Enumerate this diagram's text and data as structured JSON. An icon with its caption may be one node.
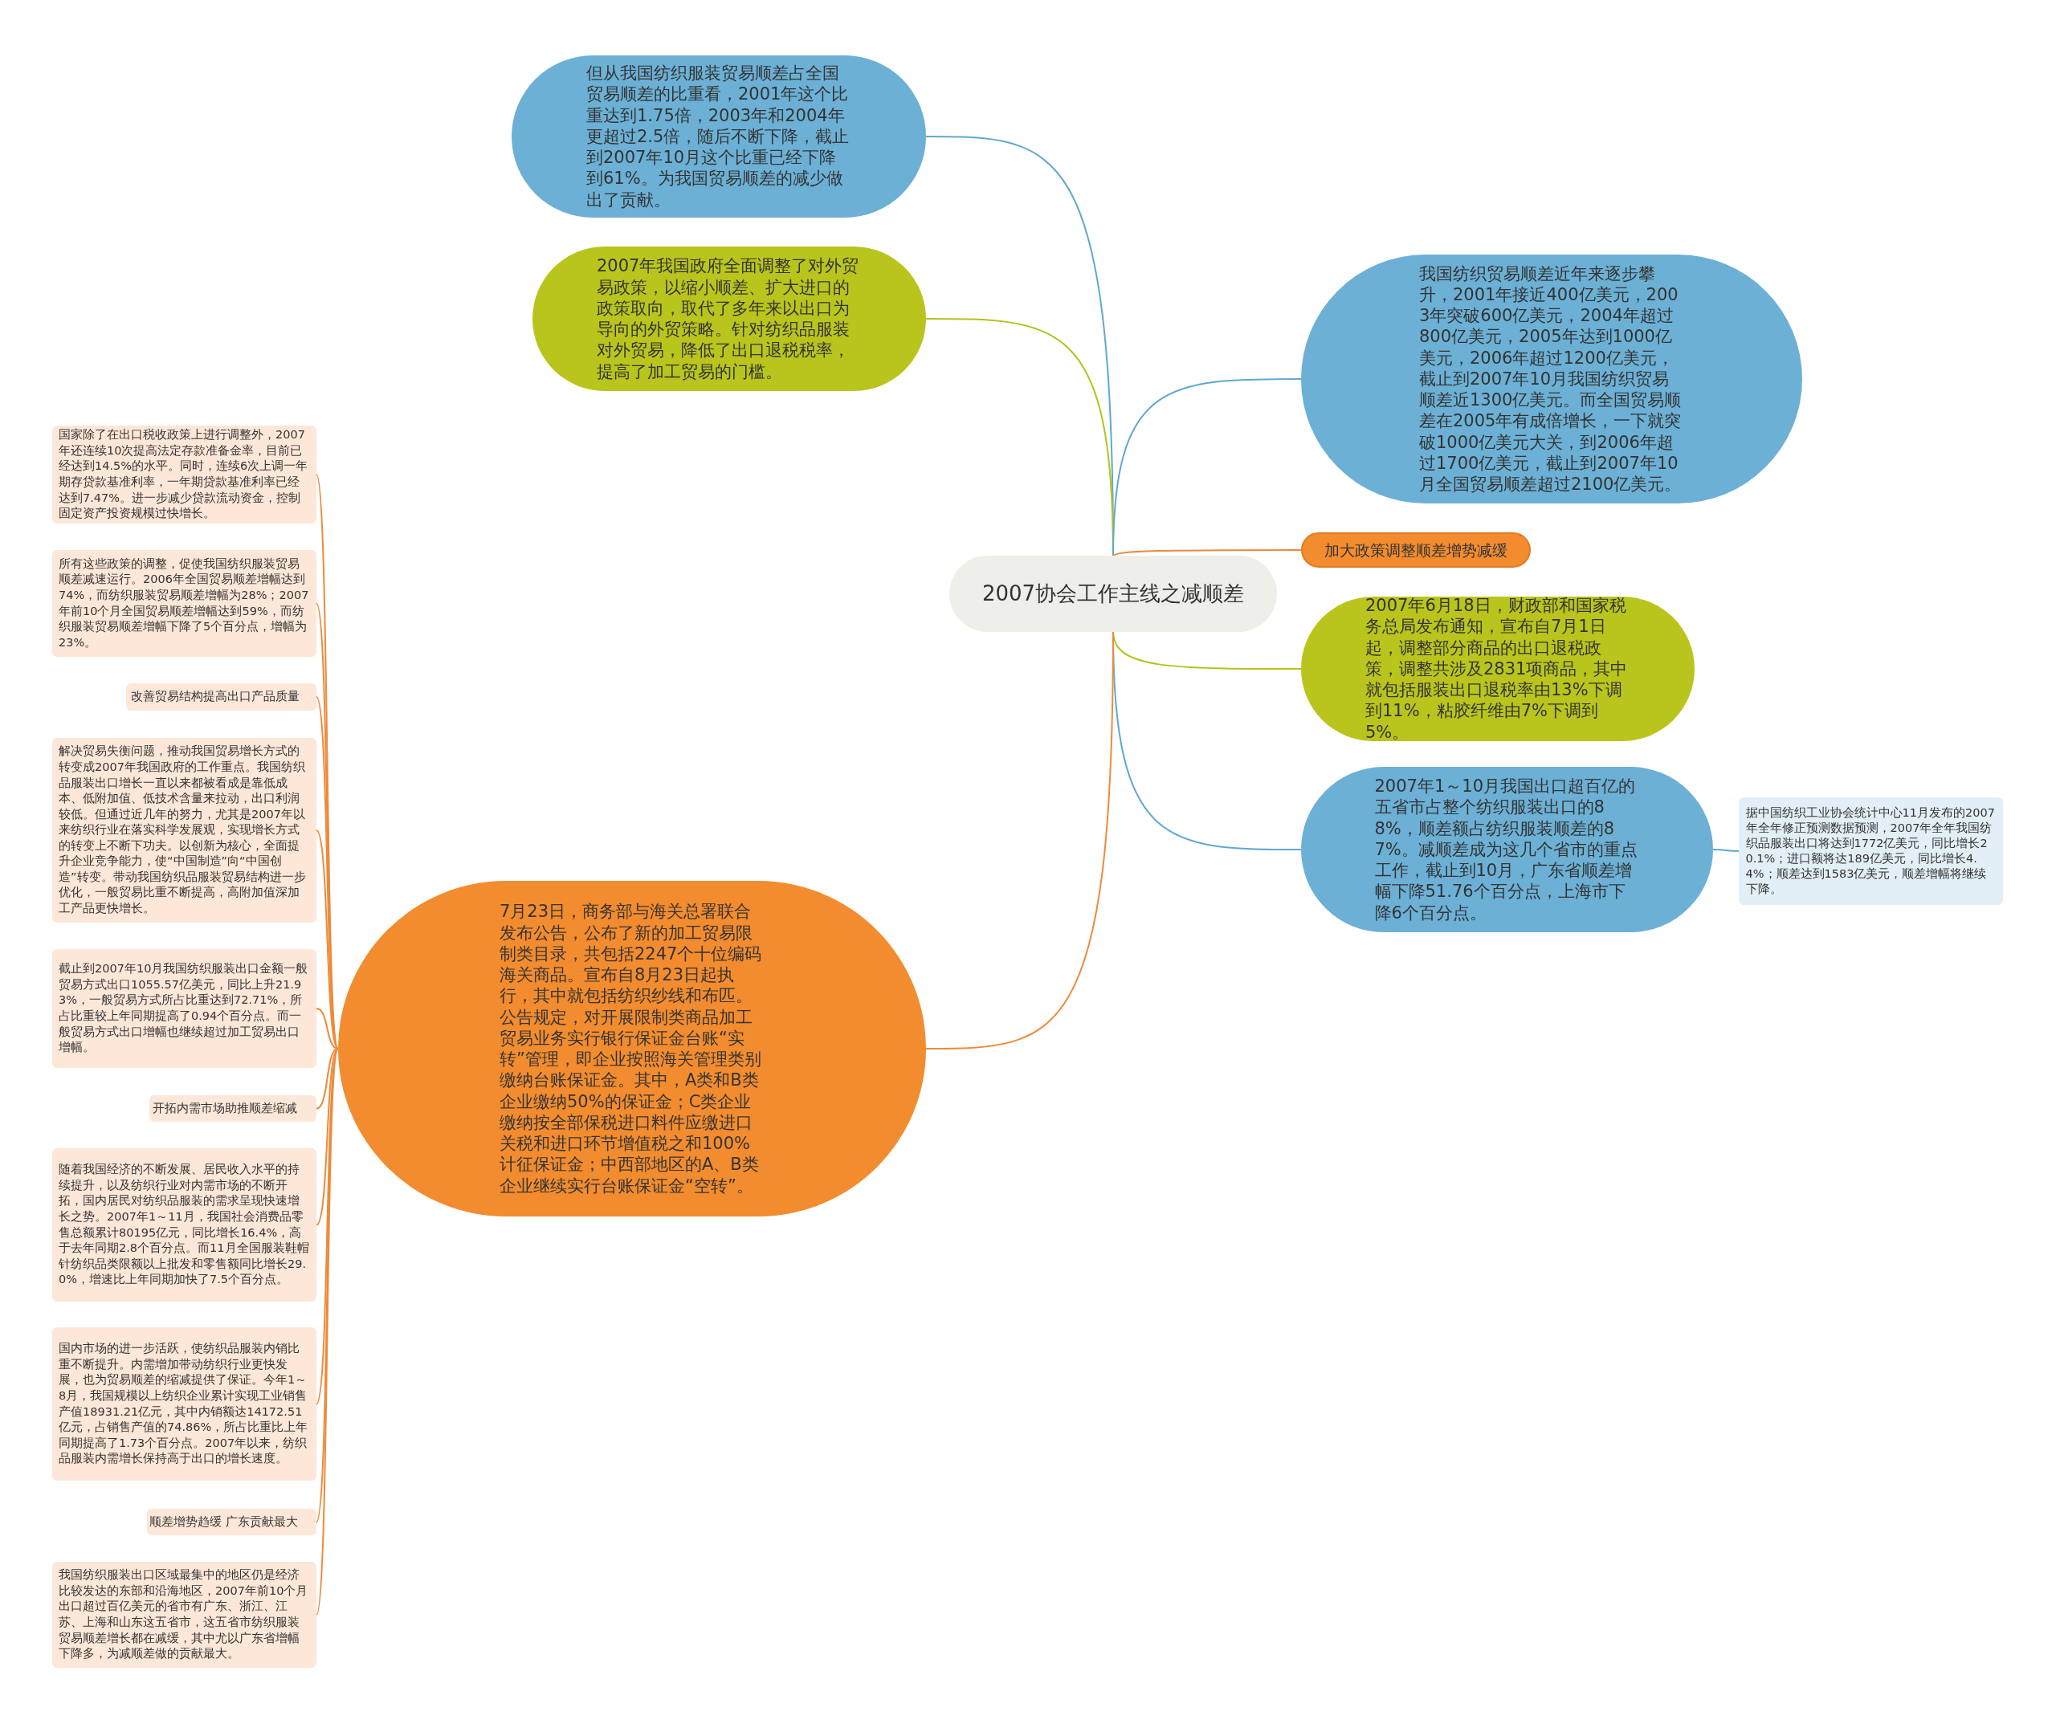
{
  "diagram": {
    "nodes": [
      {
        "text": [
          "2007协会工作主线之减顺差"
        ]
      },
      {
        "text": [
          "但从我国纺织服装贸易顺差占全国贸易顺差的比重看，2001年这个比重达到1.75倍，2003年和2004年更超过2.5倍，随后不断下降，截止到2007年10月这个比重已经下降到61%。为我国贸易顺差的减少做出了贡献。"
        ]
      },
      {
        "text": [
          "2007年我国政府全面调整了对外贸易政策，以缩小顺差、扩大进口的政策取向，取代了多年来以出口为导向的外贸策略。针对纺织品服装对外贸易，降低了出口退税税率，提高了加工贸易的门槛。"
        ]
      },
      {
        "text": [
          "我国纺织贸易顺差近年来逐步攀升，2001年接近400亿美元，2003年突破600亿美元，2004年超过800亿美元，2005年达到1000亿美元，2006年超过1200亿美元，截止到2007年10月我国纺织贸易顺差近1300亿美元。而全国贸易顺差在2005年有成倍增长，一下就突破1000亿美元大关，到2006年超过1700亿美元，截止到2007年10月全国贸易顺差超过2100亿美元。"
        ]
      },
      {
        "text": [
          "加大政策调整顺差增势减缓"
        ]
      },
      {
        "text": [
          "2007年6月18日，财政部和国家税务总局发布通知，宣布自7月1日起，调整部分商品的出口退税政策，调整共涉及2831项商品，其中就包括服装出口退税率由13%下调到11%，粘胶纤维由7%下调到5%。"
        ]
      },
      {
        "text": [
          "2007年1～10月我国出口超百亿的五省市占整个纺织服装出口的88%，顺差额占纺织服装顺差的87%。减顺差成为这几个省市的重点工作，截止到10月，广东省顺差增幅下降51.76个百分点，上海市下降6个百分点。"
        ]
      },
      {
        "text": [
          "据中国纺织工业协会统计中心11月发布的2007年全年修正预测数据预测，2007年全年我国纺织品服装出口将达到1772亿美元，同比增长20.1%；进口额将达189亿美元，同比增长4.4%；顺差达到1583亿美元，顺差增幅将继续下降。"
        ]
      },
      {
        "text": [
          "7月23日，商务部与海关总署联合发布公告，公布了新的加工贸易限制类目录，共包括2247个十位编码海关商品。宣布自8月23日起执行，其中就包括纺织纱线和布匹。公告规定，对开展限制类商品加工贸易业务实行银行保证金台账“实转”管理，即企业按照海关管理类别缴纳台账保证金。其中，A类和B类企业缴纳50%的保证金；C类企业缴纳按全部保税进口料件应缴进口关税和进口环节增值税之和100%计征保证金；中西部地区的A、B类企业继续实行台账保证金“空转”。"
        ]
      },
      {
        "text": [
          "国家除了在出口税收政策上进行调整外，2007年还连续10次提高法定存款准备金率，目前已经达到14.5%的水平。同时，连续6次上调一年期存贷款基准利率，一年期贷款基准利率已经达到7.47%。进一步减少贷款流动资金，控制固定资产投资规模过快增长。"
        ]
      },
      {
        "text": [
          "所有这些政策的调整，促使我国纺织服装贸易顺差减速运行。2006年全国贸易顺差增幅达到74%，而纺织服装贸易顺差增幅为28%；2007年前10个月全国贸易顺差增幅达到59%，而纺织服装贸易顺差增幅下降了5个百分点，增幅为23%。"
        ]
      },
      {
        "text": [
          "改善贸易结构提高出口产品质量"
        ]
      },
      {
        "text": [
          "解决贸易失衡问题，推动我国贸易增长方式的转变成2007年我国政府的工作重点。我国纺织品服装出口增长一直以来都被看成是靠低成本、低附加值、低技术含量来拉动，出口利润较低。但通过近几年的努力，尤其是2007年以来纺织行业在落实科学发展观，实现增长方式的转变上不断下功夫。以创新为核心，全面提升企业竞争能力，使“中国制造”向“中国创造”转变。带动我国纺织品服装贸易结构进一步优化，一般贸易比重不断提高，高附加值深加工产品更快增长。"
        ]
      },
      {
        "text": [
          "截止到2007年10月我国纺织服装出口金额一般贸易方式出口1055.57亿美元，同比上升21.93%，一般贸易方式所占比重达到72.71%，所占比重较上年同期提高了0.94个百分点。而一般贸易方式出口增幅也继续超过加工贸易出口增幅。"
        ]
      },
      {
        "text": [
          "开拓内需市场助推顺差缩减"
        ]
      },
      {
        "text": [
          "随着我国经济的不断发展、居民收入水平的持续提升，以及纺织行业对内需市场的不断开拓，国内居民对纺织品服装的需求呈现快速增长之势。2007年1～11月，我国社会消费品零售总额累计80195亿元，同比增长16.4%，高于去年同期2.8个百分点。而11月全国服装鞋帽针纺织品类限额以上批发和零售额同比增长29.0%，增速比上年同期加快了7.5个百分点。"
        ]
      },
      {
        "text": [
          "国内市场的进一步活跃，使纺织品服装内销比重不断提升。内需增加带动纺织行业更快发展，也为贸易顺差的缩减提供了保证。今年1～8月，我国规模以上纺织企业累计实现工业销售产值18931.21亿元，其中内销额达14172.51亿元，占销售产值的74.86%，所占比重比上年同期提高了1.73个百分点。2007年以来，纺织品服装内需增长保持高于出口的增长速度。"
        ]
      },
      {
        "text": [
          "顺差增势趋缓 广东贡献最大"
        ]
      },
      {
        "text": [
          "我国纺织服装出口区域最集中的地区仍是经济比较发达的东部和沿海地区，2007年前10个月出口超过百亿美元的省市有广东、浙江、江苏、上海和山东这五省市，这五省市纺织服装贸易顺差增长都在减缓，其中尤以广东省增幅下降多，为减顺差做的贡献最大。"
        ]
      }
    ],
    "edges": [
      {
        "from": 0,
        "to": 1,
        "arrow": "none",
        "color": "#5fa8d0"
      },
      {
        "from": 0,
        "to": 2,
        "arrow": "none",
        "color": "#b4c21a"
      },
      {
        "from": 0,
        "to": 3,
        "arrow": "none",
        "color": "#5fa8d0"
      },
      {
        "from": 0,
        "to": 4,
        "arrow": "none"
      },
      {
        "from": 0,
        "to": 5,
        "arrow": "none",
        "color": "#b4c21a"
      },
      {
        "from": 0,
        "to": 6,
        "arrow": "none",
        "color": "#5fa8d0"
      },
      {
        "from": 6,
        "to": 7,
        "arrow": "none",
        "color": "#5fa8d0"
      },
      {
        "from": 0,
        "to": 8,
        "arrow": "none"
      },
      {
        "from": 8,
        "to": 9,
        "arrow": "none"
      },
      {
        "from": 8,
        "to": 10,
        "arrow": "none"
      },
      {
        "from": 8,
        "to": 11,
        "arrow": "none"
      },
      {
        "from": 8,
        "to": 12,
        "arrow": "none"
      },
      {
        "from": 8,
        "to": 13,
        "arrow": "none"
      },
      {
        "from": 8,
        "to": 14,
        "arrow": "none"
      },
      {
        "from": 8,
        "to": 15,
        "arrow": "none"
      },
      {
        "from": 8,
        "to": 16,
        "arrow": "none"
      },
      {
        "from": 8,
        "to": 17,
        "arrow": "none"
      },
      {
        "from": 8,
        "to": 18,
        "arrow": "none"
      }
    ]
  }
}
